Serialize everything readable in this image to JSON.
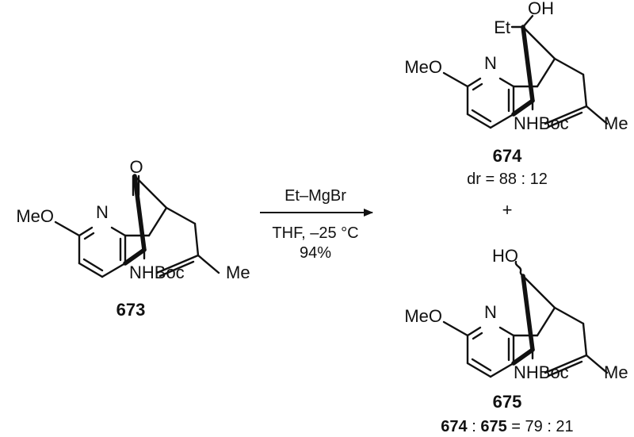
{
  "reaction": {
    "reactant": {
      "number": "673",
      "labels": {
        "carbonyl": "O",
        "pyridine_n": "N",
        "methoxy": "MeO",
        "amine": "NHBoc",
        "methyl": "Me"
      }
    },
    "arrow": {
      "reagent": "Et–MgBr",
      "conditions": "THF, –25 °C",
      "yield": "94%"
    },
    "product_major": {
      "number": "674",
      "labels": {
        "ethyl": "Et",
        "hydroxyl": "OH",
        "pyridine_n": "N",
        "methoxy": "MeO",
        "amine": "NHBoc",
        "methyl": "Me"
      },
      "dr_text": "dr = 88 : 12"
    },
    "plus": "+",
    "product_minor": {
      "number": "675",
      "labels": {
        "hydroxyl": "HO",
        "pyridine_n": "N",
        "methoxy": "MeO",
        "amine": "NHBoc",
        "methyl": "Me"
      }
    },
    "ratio": {
      "a": "674",
      "sep": " : ",
      "b": "675",
      "value": " = 79 : 21"
    }
  }
}
